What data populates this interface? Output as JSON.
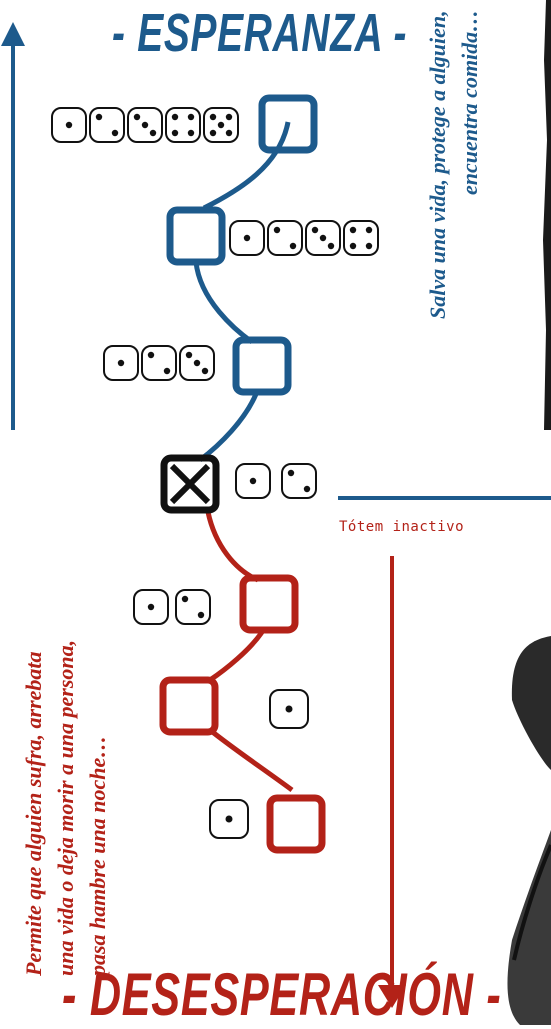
{
  "titles": {
    "hope": "- ESPERANZA -",
    "despair": "- DESESPERACIÓN -"
  },
  "hope_text": {
    "line1": "Salva una vida, protege a alguien,",
    "line2": "encuentra comida…"
  },
  "despair_text": {
    "line1": "Permite que alguien sufra, arrebata",
    "line2": "una vida o deja morir a una persona,",
    "line3": "pasa hambre una noche…"
  },
  "totem_label": "Tótem inactivo",
  "track": [
    {
      "state": "hope",
      "marked": false,
      "dice": [
        1,
        2,
        3,
        4,
        5
      ]
    },
    {
      "state": "hope",
      "marked": false,
      "dice": [
        1,
        2,
        3,
        4
      ]
    },
    {
      "state": "hope",
      "marked": false,
      "dice": [
        1,
        2,
        3
      ]
    },
    {
      "state": "neutral",
      "marked": true,
      "dice": [
        1,
        2
      ]
    },
    {
      "state": "despair",
      "marked": false,
      "dice": [
        1,
        2
      ]
    },
    {
      "state": "despair",
      "marked": false,
      "dice": [
        1
      ]
    },
    {
      "state": "despair",
      "marked": false,
      "dice": [
        1
      ]
    }
  ],
  "colors": {
    "hope": "#1d5a8c",
    "despair": "#b32218",
    "neutral": "#111111"
  },
  "icons": {
    "up_arrow": "arrow-up-icon",
    "down_arrow": "arrow-down-icon",
    "mark": "x-mark-icon"
  }
}
